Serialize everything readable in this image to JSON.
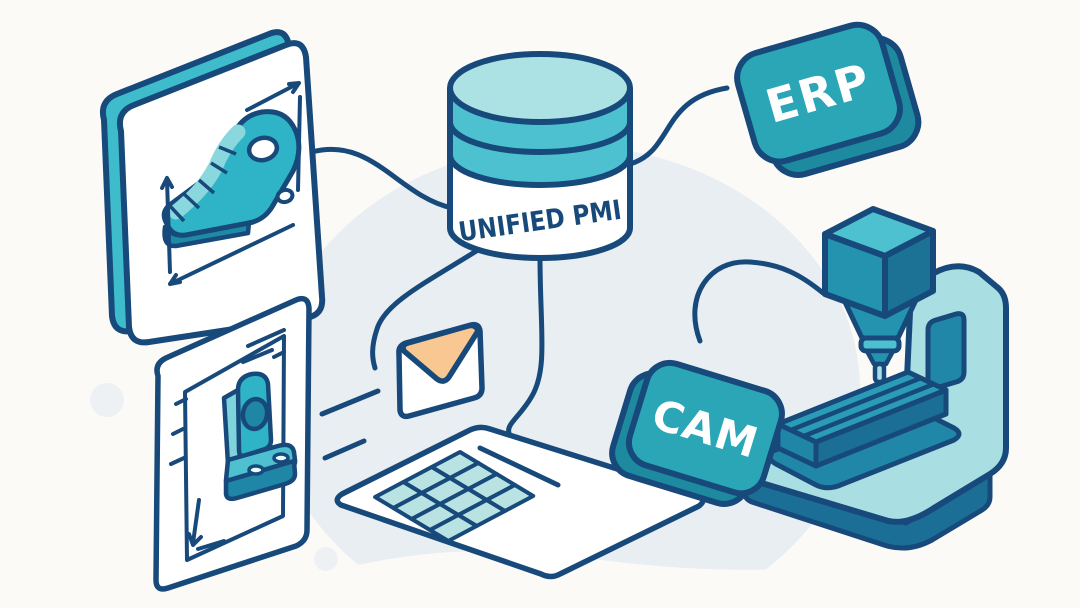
{
  "labels": {
    "database": "UNIFIED PMI",
    "erp": "ERP",
    "cam": "CAM"
  },
  "icons": [
    "cad-part-card-icon",
    "engineering-drawing-icon",
    "database-cylinder-icon",
    "email-envelope-icon",
    "spreadsheet-grid-icon",
    "erp-badge-icon",
    "cam-badge-icon",
    "cnc-machine-icon",
    "connector-lines"
  ],
  "palette": {
    "outline_navy": "#17497b",
    "teal": "#2aa6b7",
    "teal_dark": "#1e8aa0",
    "teal_mid": "#4ec1d1",
    "teal_light": "#a9dfe2",
    "teal_pale": "#b9e3e2",
    "blue_mid": "#2187a8",
    "blue_deep": "#1b6e96",
    "envelope_orange": "#f9c791",
    "background": "#fbfaf7",
    "blob": "#e9eef2",
    "white": "#ffffff"
  }
}
